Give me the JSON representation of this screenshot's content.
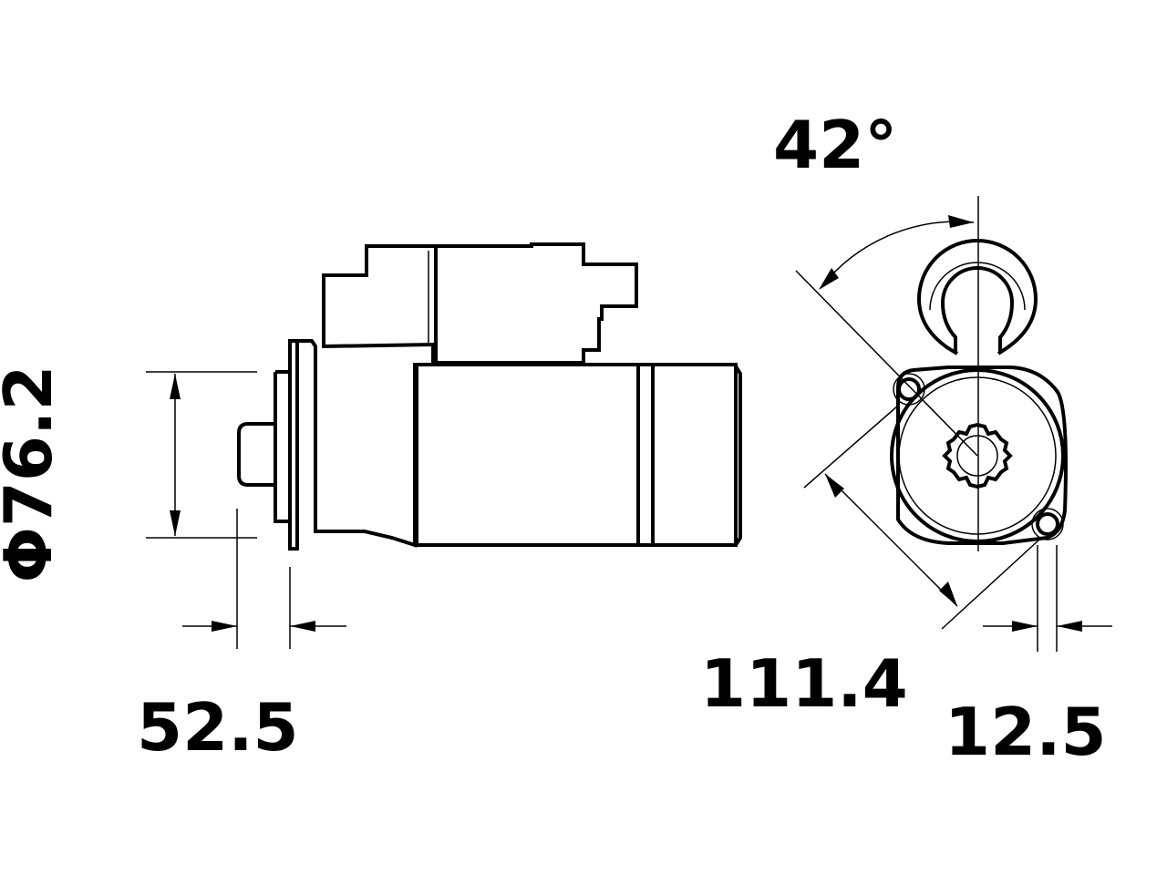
{
  "dimensions": {
    "diameter": "Φ76.2",
    "flange_offset": "52.5",
    "angle": "42°",
    "mount_distance": "111.4",
    "hole_offset": "12.5"
  },
  "colors": {
    "line": "#000000",
    "background": "#ffffff"
  }
}
